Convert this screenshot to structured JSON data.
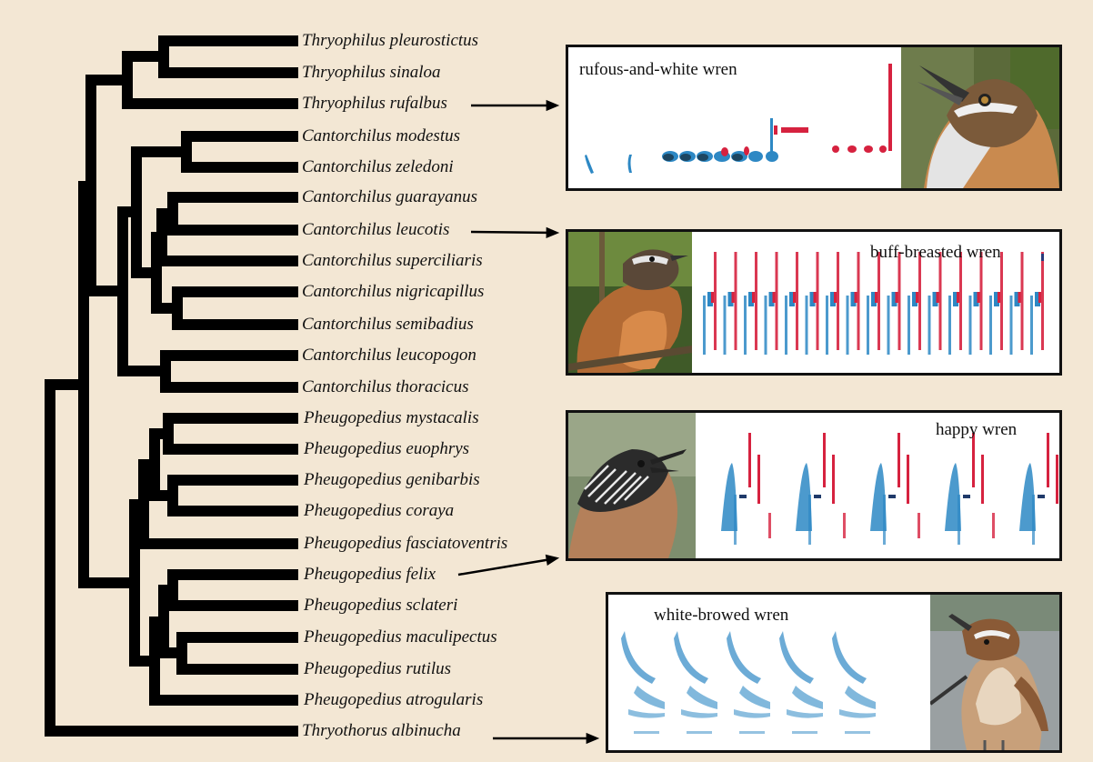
{
  "species": [
    {
      "name": "Thryophilus pleurostictus"
    },
    {
      "name": "Thryophilus sinaloa"
    },
    {
      "name": "Thryophilus rufalbus"
    },
    {
      "name": "Cantorchilus modestus"
    },
    {
      "name": "Cantorchilus zeledoni"
    },
    {
      "name": "Cantorchilus guarayanus"
    },
    {
      "name": "Cantorchilus leucotis"
    },
    {
      "name": "Cantorchilus superciliaris"
    },
    {
      "name": "Cantorchilus nigricapillus"
    },
    {
      "name": "Cantorchilus semibadius"
    },
    {
      "name": "Cantorchilus leucopogon"
    },
    {
      "name": "Cantorchilus thoracicus"
    },
    {
      "name": "Pheugopedius mystacalis"
    },
    {
      "name": "Pheugopedius euophrys"
    },
    {
      "name": "Pheugopedius genibarbis"
    },
    {
      "name": "Pheugopedius coraya"
    },
    {
      "name": "Pheugopedius fasciatoventris"
    },
    {
      "name": "Pheugopedius felix"
    },
    {
      "name": "Pheugopedius sclateri"
    },
    {
      "name": "Pheugopedius maculipectus"
    },
    {
      "name": "Pheugopedius rutilus"
    },
    {
      "name": "Pheugopedius atrogularis"
    },
    {
      "name": "Thryothorus albinucha"
    }
  ],
  "panels": {
    "rufous": {
      "title": "rufous-and-white wren"
    },
    "buff": {
      "title": "buff-breasted wren"
    },
    "happy": {
      "title": "happy wren"
    },
    "white": {
      "title": "white-browed wren"
    }
  },
  "colors": {
    "background": "#f3e7d4",
    "tree": "#000000",
    "spectrogram_blue": "#2d88c4",
    "spectrogram_red": "#d6223f"
  }
}
